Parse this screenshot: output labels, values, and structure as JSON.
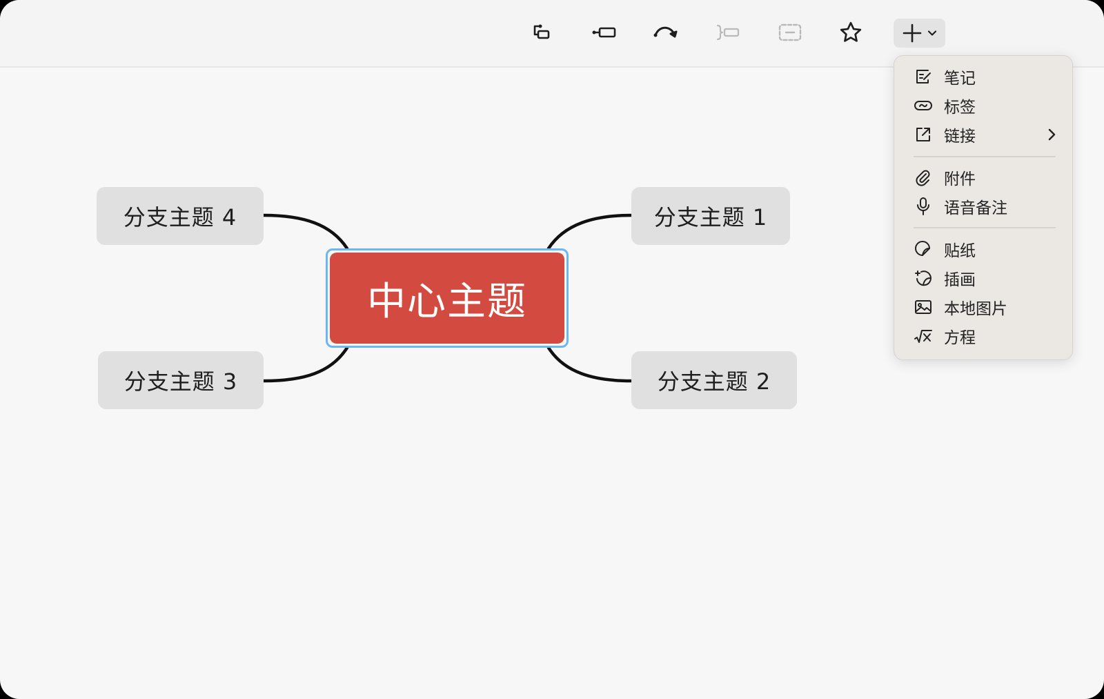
{
  "toolbar": {
    "buttons": [
      {
        "name": "insert-subtopic",
        "icon": "subtopic-icon",
        "enabled": true
      },
      {
        "name": "insert-topic-after",
        "icon": "topic-after-icon",
        "enabled": true
      },
      {
        "name": "relationship",
        "icon": "relationship-arrow-icon",
        "enabled": true
      },
      {
        "name": "summary",
        "icon": "summary-brace-icon",
        "enabled": false
      },
      {
        "name": "boundary",
        "icon": "boundary-icon",
        "enabled": false
      },
      {
        "name": "marker",
        "icon": "star-icon",
        "enabled": true
      },
      {
        "name": "insert",
        "icon": "plus-icon",
        "enabled": true
      }
    ]
  },
  "mindmap": {
    "central": {
      "label": "中心主题",
      "color": "#d34b40",
      "selected": true
    },
    "branches": [
      {
        "id": 1,
        "label": "分支主题 1"
      },
      {
        "id": 2,
        "label": "分支主题 2"
      },
      {
        "id": 3,
        "label": "分支主题 3"
      },
      {
        "id": 4,
        "label": "分支主题 4"
      }
    ]
  },
  "insert_menu": {
    "items": [
      {
        "label": "笔记",
        "icon": "note-icon"
      },
      {
        "label": "标签",
        "icon": "label-icon"
      },
      {
        "label": "链接",
        "icon": "link-icon",
        "submenu": true
      },
      {
        "label": "附件",
        "icon": "attachment-icon"
      },
      {
        "label": "语音备注",
        "icon": "microphone-icon"
      },
      {
        "label": "贴纸",
        "icon": "sticker-icon"
      },
      {
        "label": "插画",
        "icon": "illustration-icon"
      },
      {
        "label": "本地图片",
        "icon": "image-icon"
      },
      {
        "label": "方程",
        "icon": "equation-icon"
      }
    ]
  },
  "colors": {
    "selection": "#6bb8f0",
    "central": "#d34b40",
    "branch_bg": "#e0e0e0"
  }
}
